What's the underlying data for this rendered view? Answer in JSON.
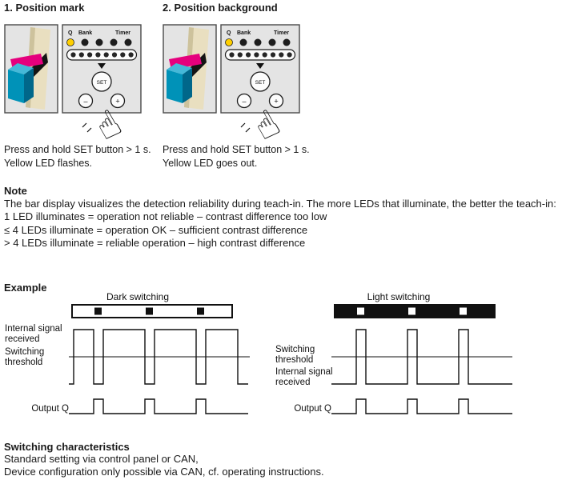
{
  "colors": {
    "magenta": "#e5007d",
    "cyan_front": "#0092b8",
    "cyan_top": "#45b8d8",
    "cyan_side": "#00678a",
    "beige": "#e9dfc0",
    "beige_edge": "#cdc29c",
    "yellow_led": "#ffcf00",
    "panel_grey": "#e4e4e4"
  },
  "icons": {
    "hand_pointer": "☝"
  },
  "steps": [
    {
      "title": "1. Position mark",
      "caption": [
        "Press and hold SET button > 1 s.",
        "Yellow LED flashes."
      ]
    },
    {
      "title": "2. Position background",
      "caption": [
        "Press and hold SET button > 1 s.",
        "Yellow LED goes out."
      ]
    }
  ],
  "panel": {
    "labels": [
      "Q",
      "Bank",
      "Timer"
    ],
    "set_label": "SET",
    "minus_label": "–",
    "plus_label": "+",
    "bar_led_count": 8
  },
  "note": {
    "title": "Note",
    "lines": [
      "The bar display visualizes the detection reliability during teach-in. The more LEDs that illuminate, the better the teach-in:",
      "1 LED illuminates = operation not reliable – contrast difference too low",
      "≤ 4 LEDs illuminate = operation OK – sufficient contrast difference",
      "> 4 LEDs illuminate = reliable operation – high contrast difference"
    ]
  },
  "example": {
    "title": "Example",
    "dark_title": "Dark switching",
    "light_title": "Light switching"
  },
  "labels": {
    "internal_1": "Internal signal",
    "internal_2": "received",
    "threshold_1": "Switching",
    "threshold_2": "threshold",
    "output": "Output Q"
  },
  "switching": {
    "title": "Switching characteristics",
    "lines": [
      "Standard setting via control panel or CAN,",
      "Device configuration only possible via CAN, cf. operating instructions."
    ]
  }
}
